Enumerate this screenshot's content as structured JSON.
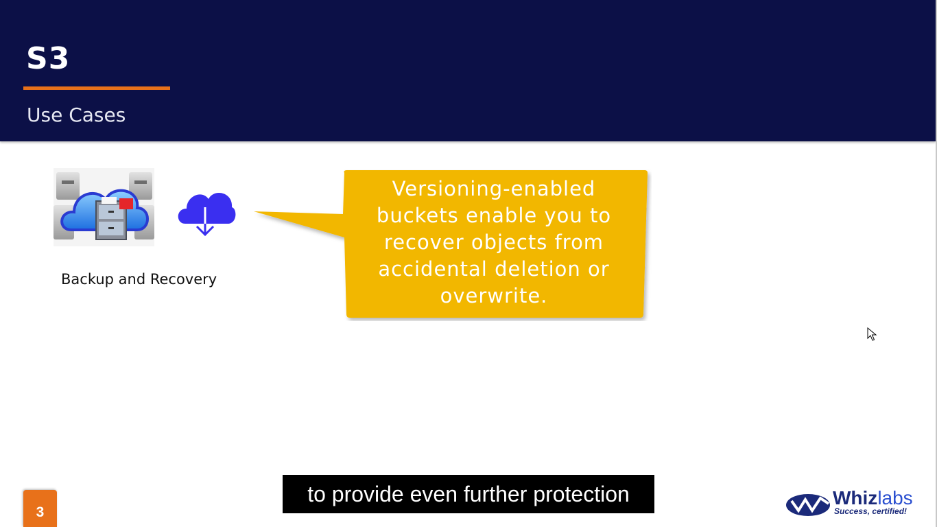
{
  "header": {
    "title": "S3",
    "subtitle": "Use Cases"
  },
  "use_case": {
    "label": "Backup and Recovery",
    "image_icon": "cloud-file-cabinet-icon",
    "icon": "cloud-download-icon"
  },
  "callout": {
    "text": "Versioning-enabled buckets enable you to recover objects from accidental deletion or overwrite."
  },
  "footer": {
    "page_number": "3",
    "caption": "to provide even further protection",
    "logo": {
      "name_part1": "Whiz",
      "name_part2": "labs",
      "tagline": "Success, certified!"
    }
  },
  "colors": {
    "header_bg": "#0c1047",
    "accent_orange": "#e8711a",
    "callout_yellow": "#f2b705",
    "cloud_icon_blue": "#3a2ff0"
  }
}
